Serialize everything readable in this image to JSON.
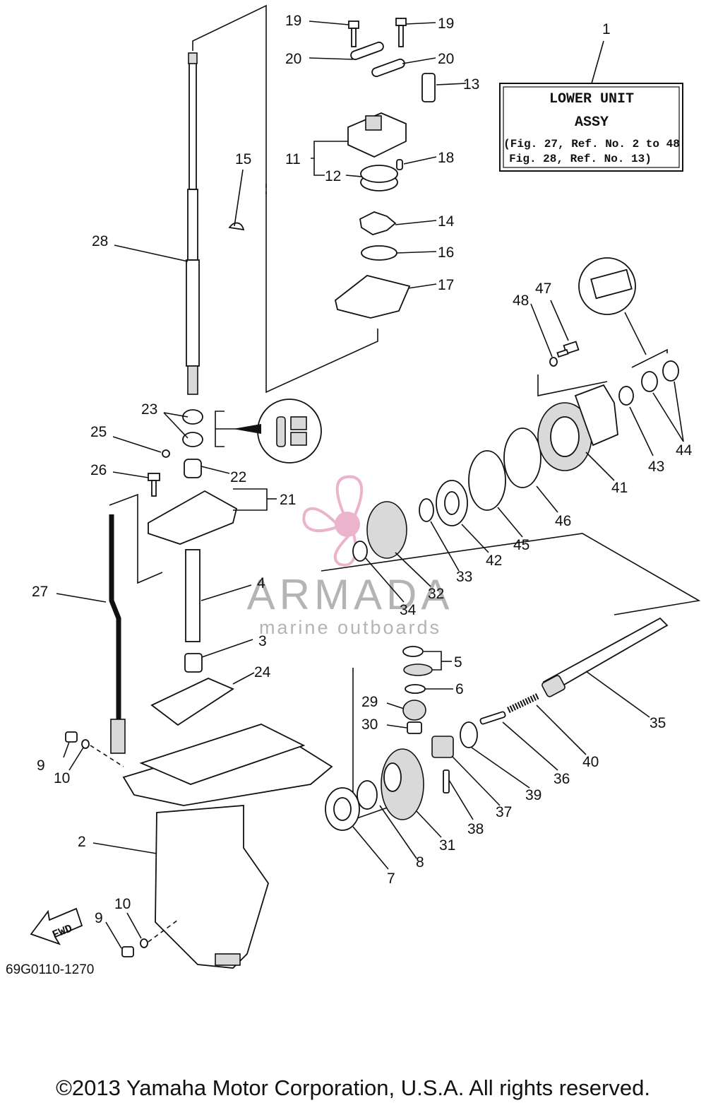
{
  "diagram_code": "69G0110-1270",
  "assembly_box": {
    "line1": "LOWER UNIT",
    "line2": "ASSY",
    "line3": "(Fig. 27, Ref. No. 2 to 48",
    "line4": "Fig. 28, Ref. No. 13)"
  },
  "direction_marker": "FWD",
  "watermark": {
    "brand": "ARMADA",
    "tagline": "marine outboards",
    "color": "#e9a7c4"
  },
  "callouts": {
    "c1": "1",
    "c2": "2",
    "c3": "3",
    "c4": "4",
    "c5": "5",
    "c6": "6",
    "c7": "7",
    "c8": "8",
    "c9a": "9",
    "c9b": "9",
    "c10a": "10",
    "c10b": "10",
    "c11": "11",
    "c12": "12",
    "c13": "13",
    "c14": "14",
    "c15": "15",
    "c16": "16",
    "c17": "17",
    "c18": "18",
    "c19a": "19",
    "c19b": "19",
    "c20a": "20",
    "c20b": "20",
    "c21": "21",
    "c22": "22",
    "c23": "23",
    "c24": "24",
    "c25": "25",
    "c26": "26",
    "c27": "27",
    "c28": "28",
    "c29": "29",
    "c30": "30",
    "c31": "31",
    "c32": "32",
    "c33": "33",
    "c34": "34",
    "c35": "35",
    "c36": "36",
    "c37": "37",
    "c38": "38",
    "c39": "39",
    "c40": "40",
    "c41": "41",
    "c42": "42",
    "c43": "43",
    "c44": "44",
    "c45": "45",
    "c46": "46",
    "c47": "47",
    "c48": "48"
  },
  "copyright": "©2013 Yamaha Motor Corporation, U.S.A. All rights reserved."
}
